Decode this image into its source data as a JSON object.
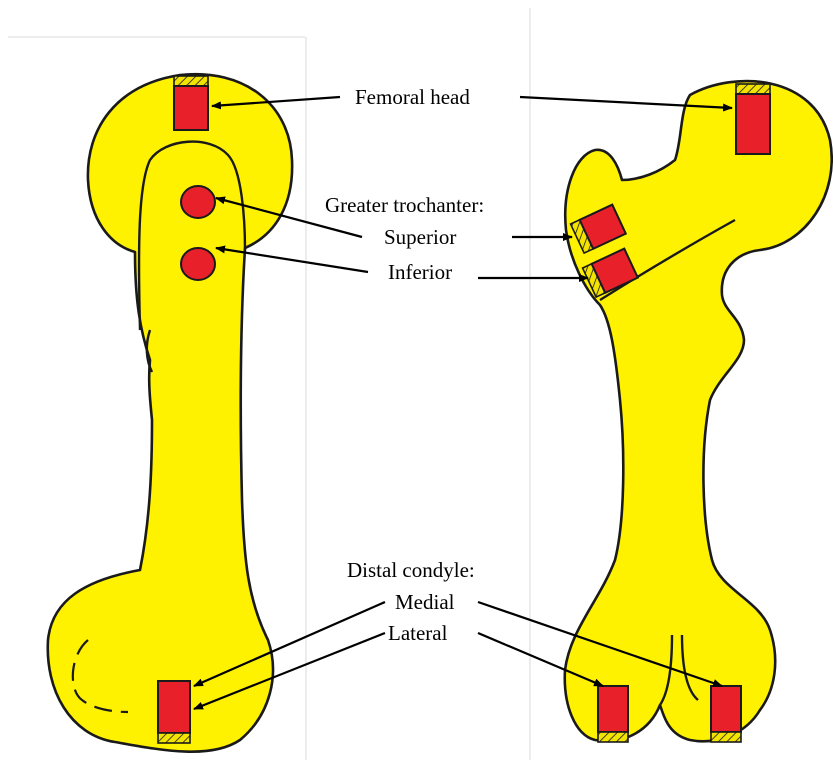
{
  "labels": {
    "femoral_head": "Femoral head",
    "greater_trochanter": "Greater trochanter:",
    "superior": "Superior",
    "inferior": "Inferior",
    "distal_condyle": "Distal condyle:",
    "medial": "Medial",
    "lateral": "Lateral"
  },
  "colors": {
    "bone": "#fff200",
    "sample": "#e8202a",
    "outline": "#1a1a1a"
  }
}
